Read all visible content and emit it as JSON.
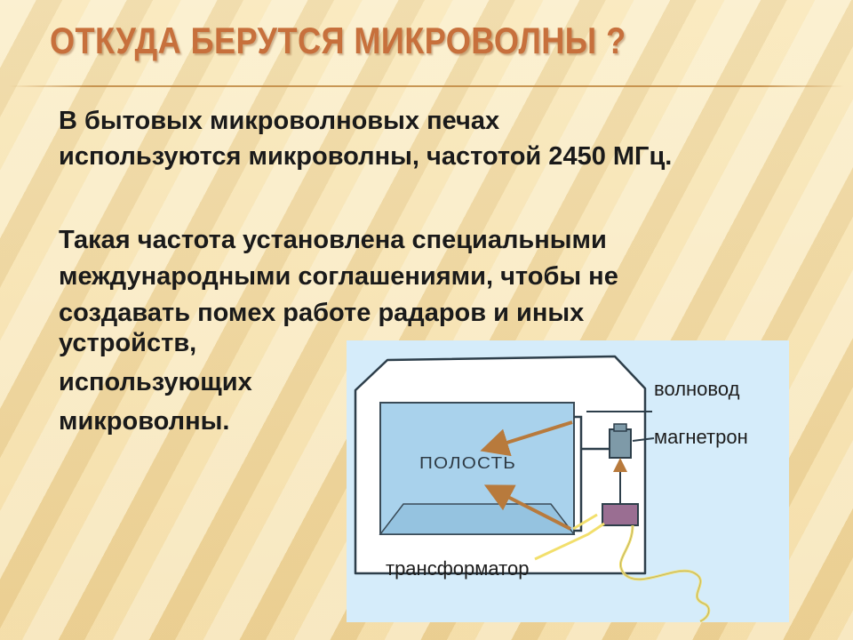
{
  "title": "ОТКУДА БЕРУТСЯ МИКРОВОЛНЫ ?",
  "paragraphs": {
    "first": [
      "В бытовых микроволновых печах",
      "используются микроволны, частотой 2450 МГц."
    ],
    "second": [
      "Такая частота установлена специальными",
      "международными соглашениями, чтобы не",
      "создавать помех работе радаров и иных"
    ],
    "third": [
      "устройств,",
      "использующих",
      "микроволны."
    ]
  },
  "diagram": {
    "labels": {
      "waveguide": "волновод",
      "magnetron": "магнетрон",
      "cavity": "ПОЛОСТЬ",
      "transformer": "трансформатор"
    },
    "colors": {
      "background": "#d5ecfa",
      "oven_body": "#ffffff",
      "cavity": "#a9d2ec",
      "arrows": "#b87a3c",
      "wires": "#f2df6c",
      "magnetron": "#7e9aa8",
      "transformer": "#9a6e92"
    }
  }
}
